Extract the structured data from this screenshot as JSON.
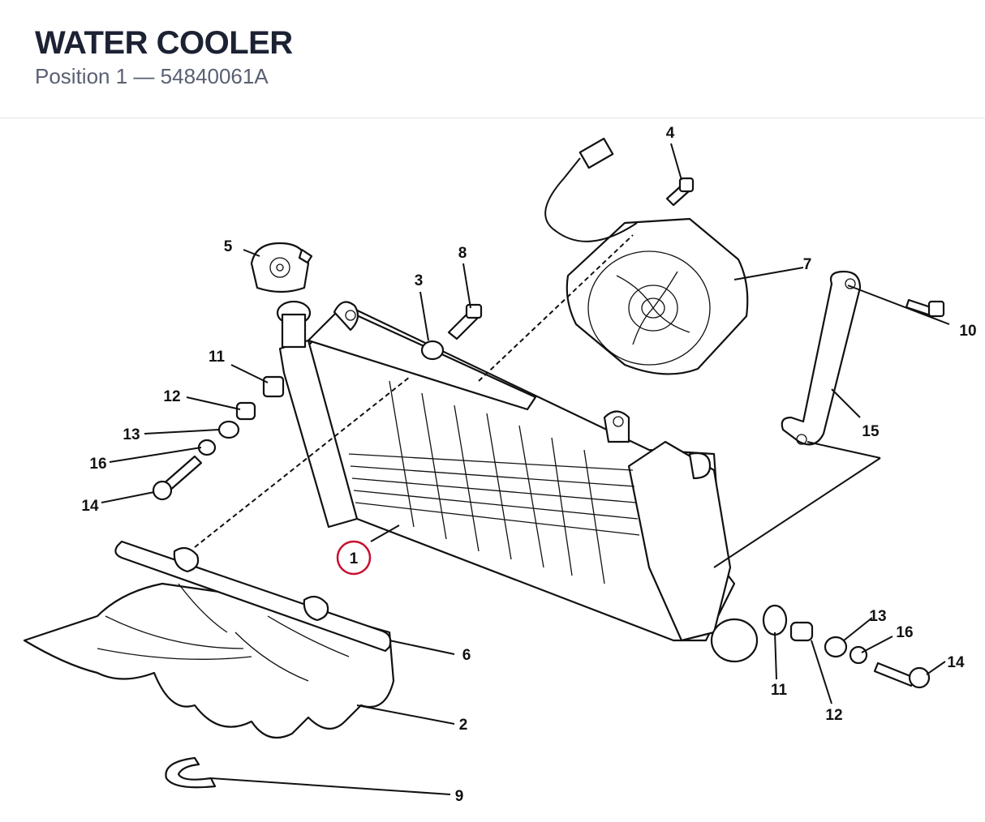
{
  "header": {
    "title": "WATER COOLER",
    "position_label": "Position 1",
    "separator": "—",
    "part_number": "54840061A"
  },
  "callouts": {
    "c1": "1",
    "c2": "2",
    "c3": "3",
    "c4": "4",
    "c5": "5",
    "c6": "6",
    "c7": "7",
    "c8": "8",
    "c9": "9",
    "c10": "10",
    "c11a": "11",
    "c11b": "11",
    "c12a": "12",
    "c12b": "12",
    "c13a": "13",
    "c13b": "13",
    "c14a": "14",
    "c14b": "14",
    "c15": "15",
    "c16a": "16",
    "c16b": "16"
  },
  "highlight_color": "#c8102e"
}
